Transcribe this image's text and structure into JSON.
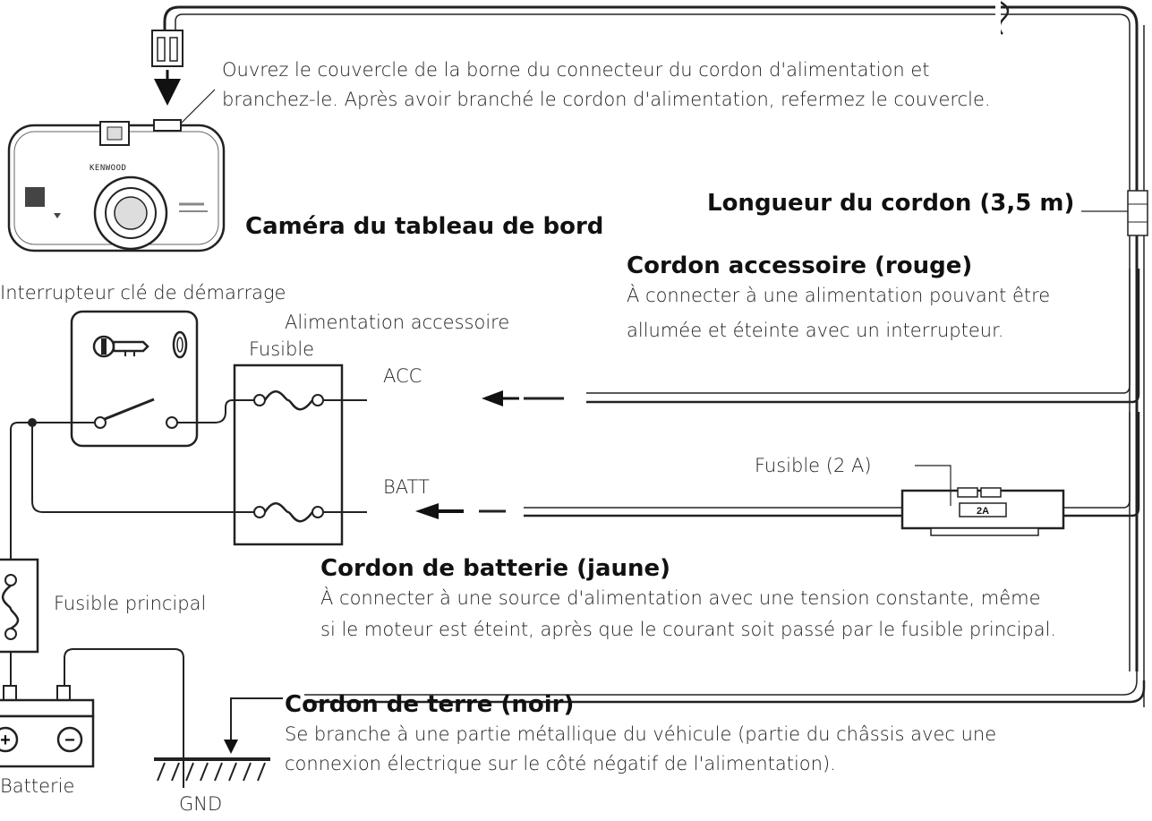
{
  "connector_note": {
    "line1": "Ouvrez le couvercle de la borne du connecteur du cordon d'alimentation et",
    "line2": "branchez-le. Après avoir branché le cordon d'alimentation, refermez le couvercle."
  },
  "camera": {
    "brand": "KENWOOD",
    "title": "Caméra du tableau de bord"
  },
  "cord_length": "Longueur du cordon (3,5 m)",
  "acc_cord": {
    "title": "Cordon accessoire (rouge)",
    "line1": "À connecter à une alimentation pouvant être",
    "line2": "allumée et éteinte avec un interrupteur."
  },
  "ignition_switch": "Interrupteur clé de démarrage",
  "accessory_power": "Alimentation accessoire",
  "fuse_label": "Fusible",
  "acc_label": "ACC",
  "batt_label": "BATT",
  "inline_fuse": {
    "label": "Fusible (2 A)",
    "rating": "2A"
  },
  "main_fuse": "Fusible principal",
  "battery_cord": {
    "title": "Cordon de batterie (jaune)",
    "line1": "À connecter à une source d'alimentation avec une tension constante, même",
    "line2": "si le moteur est éteint, après que le courant soit passé par le fusible principal."
  },
  "battery": {
    "label": "Batterie",
    "plus": "+",
    "minus": "−"
  },
  "ground_label": "GND",
  "ground_cord": {
    "title": "Cordon de terre (noir)",
    "line1": "Se branche à une partie métallique du véhicule (partie du châssis avec une",
    "line2": "connexion électrique sur le côté négatif de l'alimentation)."
  }
}
